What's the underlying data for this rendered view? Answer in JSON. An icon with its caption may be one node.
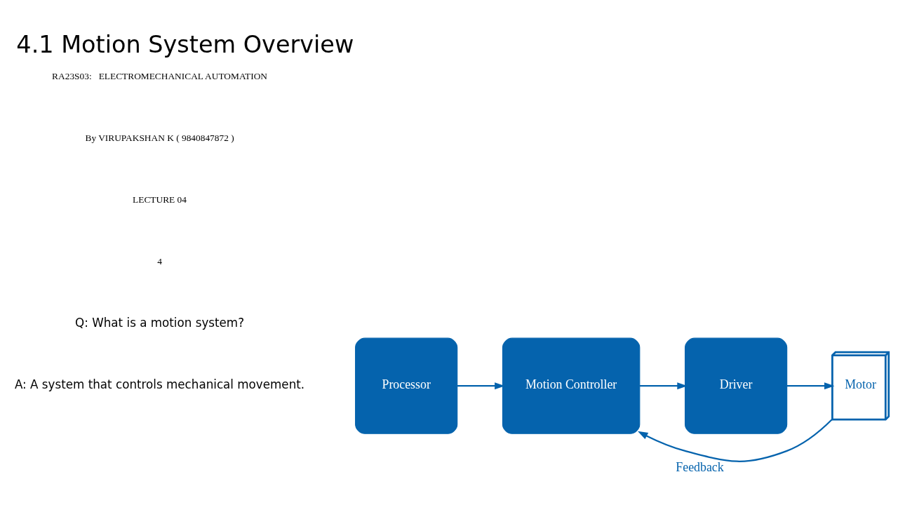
{
  "diagram": {
    "title": "4.1 Motion System Overview",
    "nodes": [
      {
        "text": [
          "Processor"
        ]
      },
      {
        "text": [
          "Motion Controller"
        ]
      },
      {
        "text": [
          "Driver"
        ]
      },
      {
        "text": [
          "Motor"
        ]
      }
    ],
    "edges": [
      {
        "from": 0,
        "to": 1,
        "arrow": "to"
      },
      {
        "from": 1,
        "to": 2,
        "arrow": "to"
      },
      {
        "from": 2,
        "to": 3,
        "arrow": "to"
      },
      {
        "from": 3,
        "to": 1,
        "arrow": "to",
        "label": "Feedback"
      }
    ],
    "labels": [
      "Q: What is a motion system?",
      "A: A system that controls mechanical movement.",
      "RA23S03:   ELECTROMECHANICAL AUTOMATION",
      "By VIRUPAKSHAN K ( 9840847872 )",
      "LECTURE 04",
      "4"
    ]
  }
}
